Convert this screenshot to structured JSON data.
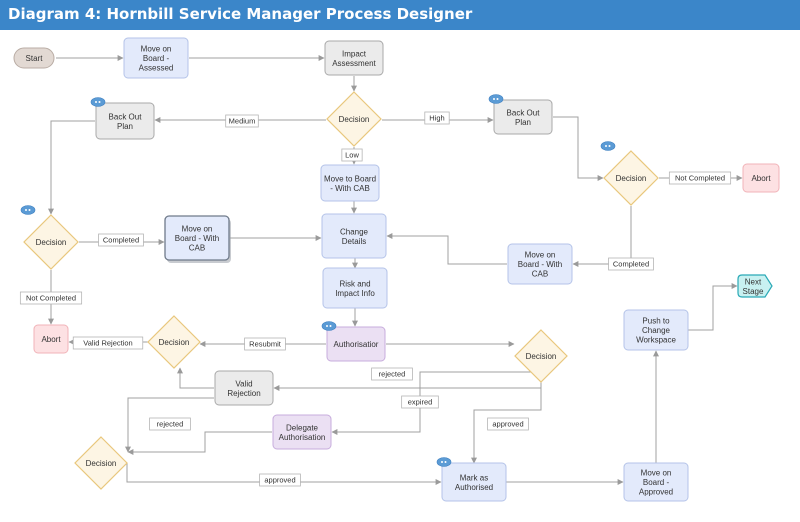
{
  "title": "Diagram 4: Hornbill Service Manager Process Designer",
  "colors": {
    "banner": "#3b86c9",
    "task_fill": "#e3eafb",
    "task_stroke": "#b4c3e8",
    "neutral_fill": "#ebebeb",
    "neutral_stroke": "#a8a8a8",
    "decision_fill": "#fdf5e4",
    "decision_stroke": "#e9c77c",
    "abort_fill": "#fde1e3",
    "abort_stroke": "#f1b3b8",
    "purple_fill": "#ebe0f3",
    "purple_stroke": "#c7acdc",
    "next_fill": "#c8f1f1",
    "next_stroke": "#2aa9b6",
    "line": "#a0a0a0"
  },
  "nodes": {
    "start": {
      "lines": [
        "Start"
      ]
    },
    "move_assessed": {
      "lines": [
        "Move on",
        "Board -",
        "Assessed"
      ]
    },
    "impact_assessment": {
      "lines": [
        "Impact",
        "Assessment"
      ]
    },
    "decision_main": {
      "lines": [
        "Decision"
      ]
    },
    "backout_left": {
      "lines": [
        "Back Out",
        "Plan"
      ]
    },
    "backout_right": {
      "lines": [
        "Back Out",
        "Plan"
      ]
    },
    "decision_right": {
      "lines": [
        "Decision"
      ]
    },
    "abort_right": {
      "lines": [
        "Abort"
      ]
    },
    "move_board_cab_top": {
      "lines": [
        "Move to Board",
        "- With CAB"
      ]
    },
    "decision_left": {
      "lines": [
        "Decision"
      ]
    },
    "move_cab_left": {
      "lines": [
        "Move on",
        "Board - With",
        "CAB"
      ]
    },
    "change_details": {
      "lines": [
        "Change",
        "Details"
      ]
    },
    "move_cab_right": {
      "lines": [
        "Move on",
        "Board - With",
        "CAB"
      ]
    },
    "risk_impact": {
      "lines": [
        "Risk and",
        "Impact Info"
      ]
    },
    "abort_left": {
      "lines": [
        "Abort"
      ]
    },
    "decision_mid": {
      "lines": [
        "Decision"
      ]
    },
    "authorisation": {
      "lines": [
        "Authorisatior"
      ]
    },
    "decision_auth": {
      "lines": [
        "Decision"
      ]
    },
    "valid_rejection": {
      "lines": [
        "Valid",
        "Rejection"
      ]
    },
    "delegate_auth": {
      "lines": [
        "Delegate",
        "Authorisation"
      ]
    },
    "decision_bottom": {
      "lines": [
        "Decision"
      ]
    },
    "mark_authorised": {
      "lines": [
        "Mark as",
        "Authorised"
      ]
    },
    "move_approved": {
      "lines": [
        "Move on",
        "Board -",
        "Approved"
      ]
    },
    "push_workspace": {
      "lines": [
        "Push to",
        "Change",
        "Workspace"
      ]
    },
    "next_stage": {
      "lines": [
        "Next",
        "Stage"
      ]
    }
  },
  "edge_labels": {
    "medium": "Medium",
    "high": "High",
    "low": "Low",
    "not_completed_right": "Not Completed",
    "completed_left": "Completed",
    "completed_right": "Completed",
    "not_completed_left": "Not Completed",
    "valid_rejection": "Valid Rejection",
    "resubmit": "Resubmit",
    "rejected_upper": "rejected",
    "expired": "expired",
    "rejected_lower": "rejected",
    "approved_mid": "approved",
    "approved_bottom": "approved"
  },
  "icon_name": "chat-bubble-icon"
}
